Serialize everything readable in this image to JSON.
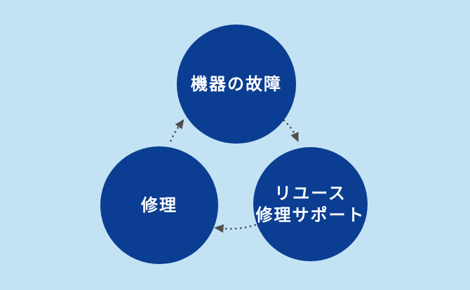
{
  "diagram": {
    "type": "cycle",
    "background_color": "#c3e3f5",
    "node_color": "#0b3e92",
    "label_color": "#ffffff",
    "arrow_color": "#4f4f4f",
    "arrow_style": "dashed",
    "nodes": [
      {
        "id": "equipment-failure",
        "label": "機器の故障"
      },
      {
        "id": "repair",
        "label": "修理"
      },
      {
        "id": "reuse-repair-support",
        "lines": [
          "リユース",
          "修理サポート"
        ]
      }
    ],
    "edges": [
      {
        "from": "equipment-failure",
        "to": "reuse-repair-support"
      },
      {
        "from": "reuse-repair-support",
        "to": "repair"
      },
      {
        "from": "repair",
        "to": "equipment-failure"
      }
    ]
  }
}
